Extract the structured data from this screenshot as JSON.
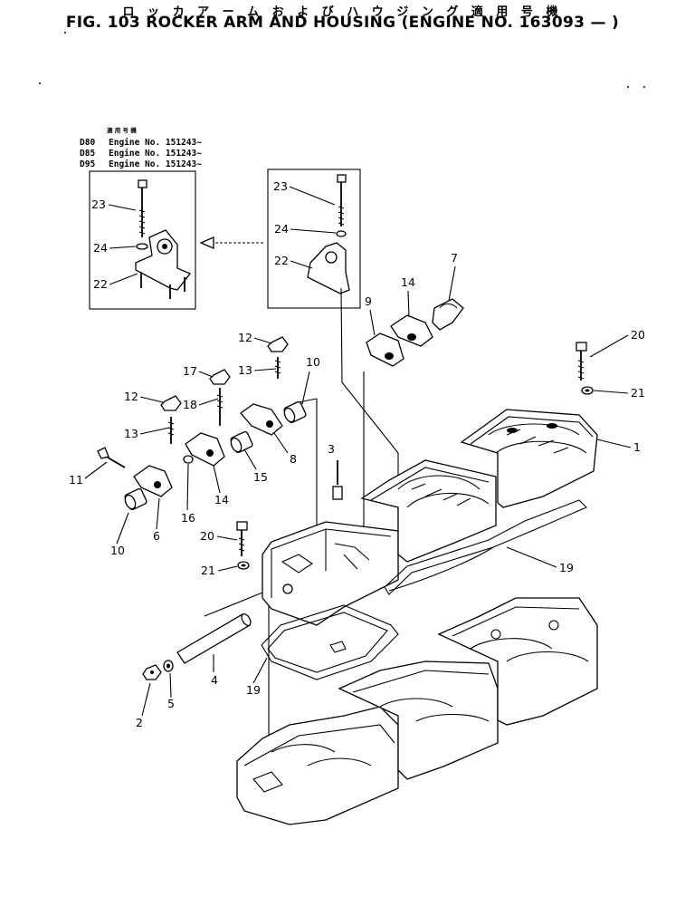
{
  "header": {
    "title_jp": "ロ ッ カ ア ー ム お よ び ハ ウ ジ ン グ 適 用 号 機",
    "title_en": "FIG. 103  ROCKER ARM AND HOUSING (ENGINE NO. 163093 —  )"
  },
  "applicability": {
    "heading": "適 用 号 機",
    "rows": [
      {
        "model": "D80",
        "engine": "Engine No. 151243~"
      },
      {
        "model": "D85",
        "engine": "Engine No. 151243~"
      },
      {
        "model": "D95",
        "engine": "Engine No. 151243~"
      }
    ]
  },
  "callouts": {
    "c1": "1",
    "c2": "2",
    "c3": "3",
    "c4": "4",
    "c5": "5",
    "c6": "6",
    "c7": "7",
    "c8": "8",
    "c9": "9",
    "c10a": "10",
    "c10b": "10",
    "c11": "11",
    "c12a": "12",
    "c12b": "12",
    "c13a": "13",
    "c13b": "13",
    "c14a": "14",
    "c14b": "14",
    "c15": "15",
    "c16": "16",
    "c17": "17",
    "c18": "18",
    "c19a": "19",
    "c19b": "19",
    "c20a": "20",
    "c20b": "20",
    "c21a": "21",
    "c21b": "21",
    "l23": "23",
    "l24": "24",
    "l22": "22",
    "r23": "23",
    "r24": "24",
    "r22": "22"
  }
}
